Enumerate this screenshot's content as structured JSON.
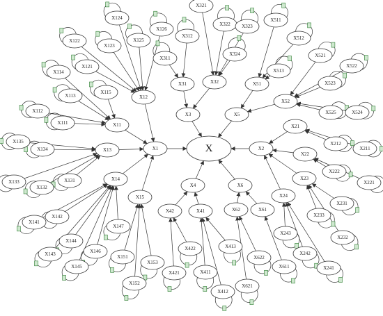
{
  "diagram": {
    "root": "X",
    "level1": [
      "X1",
      "X2",
      "X3",
      "X4",
      "X5",
      "X6"
    ],
    "level2": [
      "X11",
      "X12",
      "X13",
      "X14",
      "X15",
      "X21",
      "X22",
      "X23",
      "X24",
      "X31",
      "X32",
      "X41",
      "X42",
      "X51",
      "X52",
      "X61",
      "X62"
    ],
    "level3": [
      "X111",
      "X112",
      "X113",
      "X114",
      "X115",
      "X121",
      "X122",
      "X123",
      "X124",
      "X125",
      "X126",
      "X131",
      "X132",
      "X133",
      "X134",
      "X135",
      "X141",
      "X142",
      "X143",
      "X144",
      "X145",
      "X146",
      "X147",
      "X151",
      "X152",
      "X153",
      "X211",
      "X212",
      "X221",
      "X222",
      "X231",
      "X232",
      "X233",
      "X241",
      "X242",
      "X243",
      "X311",
      "X312",
      "X321",
      "X322",
      "X323",
      "X324",
      "X411",
      "X412",
      "X413",
      "X421",
      "X422",
      "X511",
      "X512",
      "X513",
      "X521",
      "X522",
      "X523",
      "X524",
      "X525",
      "X611",
      "X621",
      "X622"
    ]
  }
}
